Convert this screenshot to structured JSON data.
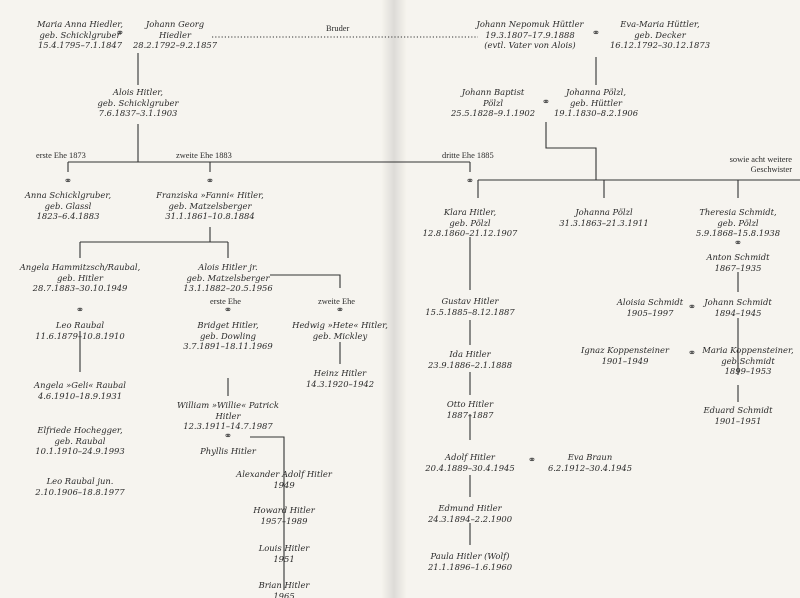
{
  "ring_symbol": "⚭",
  "labels": {
    "bruder": "Bruder",
    "erste_ehe_1873": "erste Ehe 1873",
    "zweite_ehe_1883": "zweite Ehe 1883",
    "dritte_ehe_1885": "dritte Ehe 1885",
    "erste_ehe": "erste Ehe",
    "zweite_ehe": "zweite Ehe",
    "geschwister": [
      "sowie acht weitere",
      "Geschwister"
    ]
  },
  "people": {
    "maria_anna": [
      "Maria Anna Hiedler,",
      "geb. Schicklgruber",
      "15.4.1795–7.1.1847"
    ],
    "johann_georg": [
      "Johann Georg",
      "Hiedler",
      "28.2.1792–9.2.1857"
    ],
    "alois": [
      "Alois Hitler,",
      "geb. Schicklgruber",
      "7.6.1837–3.1.1903"
    ],
    "johann_nepomuk": [
      "Johann Nepomuk Hüttler",
      "19.3.1807–17.9.1888",
      "(evtl. Vater von Alois)"
    ],
    "eva_maria": [
      "Eva-Maria Hüttler,",
      "geb. Decker",
      "16.12.1792–30.12.1873"
    ],
    "johann_baptist": [
      "Johann Baptist",
      "Pölzl",
      "25.5.1828–9.1.1902"
    ],
    "johanna_poelzl_sen": [
      "Johanna Pölzl,",
      "geb. Hüttler",
      "19.1.1830–8.2.1906"
    ],
    "anna": [
      "Anna Schicklgruber,",
      "geb. Glassl",
      "1823–6.4.1883"
    ],
    "franziska": [
      "Franziska »Fanni« Hitler,",
      "geb. Matzelsberger",
      "31.1.1861–10.8.1884"
    ],
    "klara": [
      "Klara Hitler,",
      "geb. Pölzl",
      "12.8.1860–21.12.1907"
    ],
    "johanna_poelzl": [
      "Johanna Pölzl",
      "31.3.1863–21.3.1911"
    ],
    "theresia": [
      "Theresia Schmidt,",
      "geb. Pölzl",
      "5.9.1868–15.8.1938"
    ],
    "anton": [
      "Anton Schmidt",
      "1867–1935"
    ],
    "angela": [
      "Angela Hammitzsch/Raubal,",
      "geb. Hitler",
      "28.7.1883–30.10.1949"
    ],
    "leo": [
      "Leo Raubal",
      "11.6.1879–10.8.1910"
    ],
    "alois_jr": [
      "Alois Hitler jr.",
      "geb. Matzelsberger",
      "13.1.1882–20.5.1956"
    ],
    "bridget": [
      "Bridget Hitler,",
      "geb. Dowling",
      "3.7.1891–18.11.1969"
    ],
    "hedwig": [
      "Hedwig »Hete« Hitler,",
      "geb. Mickley"
    ],
    "heinz": [
      "Heinz Hitler",
      "14.3.1920–1942"
    ],
    "geli": [
      "Angela »Geli« Raubal",
      "4.6.1910–18.9.1931"
    ],
    "elfriede": [
      "Elfriede Hochegger,",
      "geb. Raubal",
      "10.1.1910–24.9.1993"
    ],
    "leo_jun": [
      "Leo Raubal jun.",
      "2.10.1906–18.8.1977"
    ],
    "william": [
      "William »Willie« Patrick",
      "Hitler",
      "12.3.1911–14.7.1987"
    ],
    "phyllis": [
      "Phyllis Hitler"
    ],
    "alexander": [
      "Alexander Adolf Hitler",
      "1949"
    ],
    "howard": [
      "Howard Hitler",
      "1957–1989"
    ],
    "louis": [
      "Louis Hitler",
      "1951"
    ],
    "brian": [
      "Brian Hitler",
      "1965"
    ],
    "gustav": [
      "Gustav Hitler",
      "15.5.1885–8.12.1887"
    ],
    "ida": [
      "Ida Hitler",
      "23.9.1886–2.1.1888"
    ],
    "otto": [
      "Otto Hitler",
      "1887–1887"
    ],
    "adolf": [
      "Adolf Hitler",
      "20.4.1889–30.4.1945"
    ],
    "eva_braun": [
      "Eva Braun",
      "6.2.1912–30.4.1945"
    ],
    "edmund": [
      "Edmund Hitler",
      "24.3.1894–2.2.1900"
    ],
    "paula": [
      "Paula Hitler (Wolf)",
      "21.1.1896–1.6.1960"
    ],
    "aloisia": [
      "Aloisia Schmidt",
      "1905–1997"
    ],
    "johann_schmidt": [
      "Johann Schmidt",
      "1894–1945"
    ],
    "ignaz": [
      "Ignaz Koppensteiner",
      "1901–1949"
    ],
    "maria_k": [
      "Maria Koppensteiner,",
      "geb.Schmidt",
      "1899–1953"
    ],
    "eduard": [
      "Eduard Schmidt",
      "1901–1951"
    ]
  }
}
